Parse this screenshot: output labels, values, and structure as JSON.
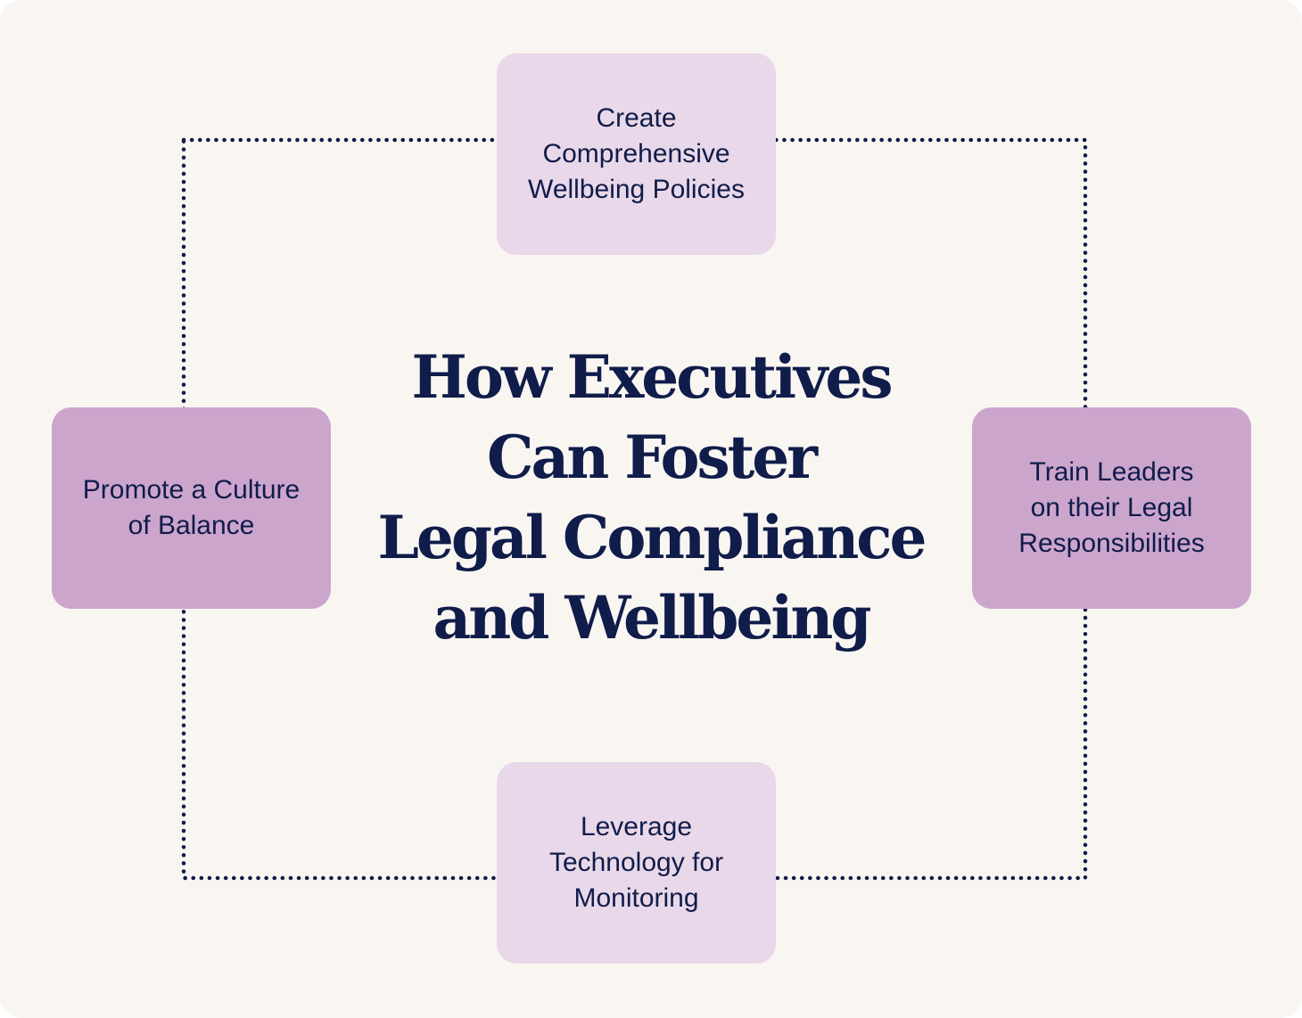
{
  "title": {
    "lines": [
      "How Executives",
      "Can Foster",
      "Legal Compliance",
      "and Wellbeing"
    ]
  },
  "nodes": {
    "top": {
      "lines": [
        "Create",
        "Comprehensive",
        "Wellbeing Policies"
      ]
    },
    "right": {
      "lines": [
        "Train Leaders",
        "on their Legal",
        "Responsibilities"
      ]
    },
    "bottom": {
      "lines": [
        "Leverage",
        "Technology for",
        "Monitoring"
      ]
    },
    "left": {
      "lines": [
        "Promote a Culture",
        "of Balance"
      ]
    }
  },
  "colors": {
    "background": "#f9f6f2",
    "text": "#101c4a",
    "connector": "#101c4a",
    "node_light": "#e9d8e9",
    "node_dark": "#cca5cd"
  }
}
